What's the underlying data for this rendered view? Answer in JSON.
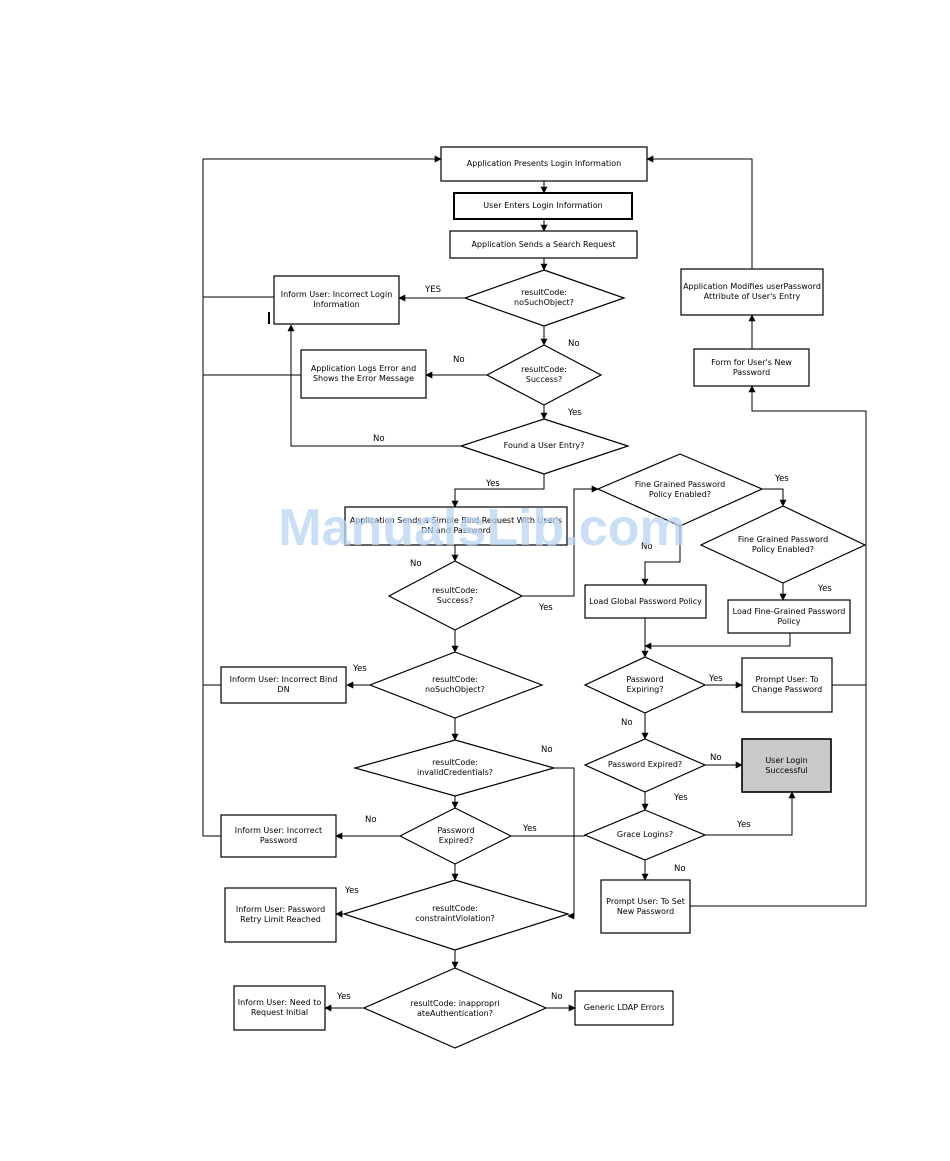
{
  "diagram": {
    "nodes": {
      "present_login": "Application Presents Login Information",
      "enters_login": "User Enters Login Information",
      "sends_search": "Application Sends a Search Request",
      "is_no_such_object": "resultCode: noSuchObject?",
      "inform_incorrect_login": "Inform User: Incorrect Login Information",
      "is_success": "resultCode: Success?",
      "logs_error": "Application Logs Error and Shows the Error Message",
      "found_user": "Found a User Entry?",
      "simple_bind": "Application Sends a Simple Bind Request With User's DN and Password",
      "bind_success": "resultCode: Success?",
      "bind_no_such_object": "resultCode: noSuchObject?",
      "inform_incorrect_dn": "Inform User: Incorrect Bind DN",
      "invalid_credentials": "resultCode: invalidCredentials?",
      "pwd_expired_left": "Password Expired?",
      "inform_incorrect_password": "Inform User: Incorrect Password",
      "constraint_violation": "resultCode: constraintViolation?",
      "inform_retry_limit": "Inform User: Password Retry Limit Reached",
      "inappropriate_auth": "resultCode: inappropriateAuthentication?",
      "inform_need_request": "Inform User: Need to Request Initial",
      "generic_errors": "Generic LDAP Errors",
      "fgpp_enabled_1": "Fine Grained Password Policy Enabled?",
      "fgpp_enabled_2": "Fine Grained Password Policy Enabled?",
      "load_global": "Load Global Password Policy",
      "load_fine": "Load Fine-Grained Password Policy",
      "pwd_expiring": "Password Expiring?",
      "prompt_change": "Prompt User: To Change Password",
      "pwd_expired_right": "Password Expired?",
      "login_success": "User Login Successful",
      "grace_logins": "Grace Logins?",
      "prompt_set_new": "Prompt User: To Set New Password",
      "form_new_password": "Form for User's New Password",
      "modifies_attr": "Application Modifies userPassword Attribute of User's Entry"
    },
    "edge_labels": {
      "yes_caps": "YES",
      "yes": "Yes",
      "no": "No"
    },
    "watermark": "ManualsLib.com"
  }
}
